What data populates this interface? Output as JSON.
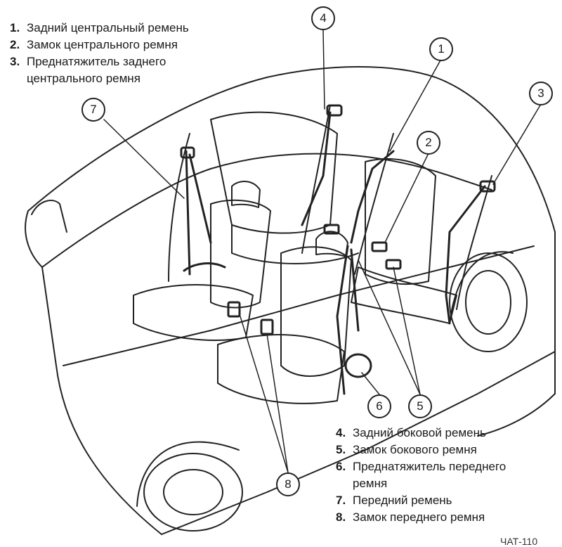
{
  "legend_left": [
    {
      "num": "1.",
      "text": "Задний центральный ремень"
    },
    {
      "num": "2.",
      "text": "Замок центрального ремня"
    },
    {
      "num": "3.",
      "text": "Преднатяжитель заднего центрального ремня"
    }
  ],
  "legend_right": [
    {
      "num": "4.",
      "text": "Задний боковой ремень"
    },
    {
      "num": "5.",
      "text": "Замок бокового ремня"
    },
    {
      "num": "6.",
      "text": "Преднатяжитель переднего ремня"
    },
    {
      "num": "7.",
      "text": "Передний ремень"
    },
    {
      "num": "8.",
      "text": "Замок переднего ремня"
    }
  ],
  "callouts": {
    "c1": "1",
    "c2": "2",
    "c3": "3",
    "c4": "4",
    "c5": "5",
    "c6": "6",
    "c7": "7",
    "c8": "8"
  },
  "figure_code": "ЧАТ-110"
}
